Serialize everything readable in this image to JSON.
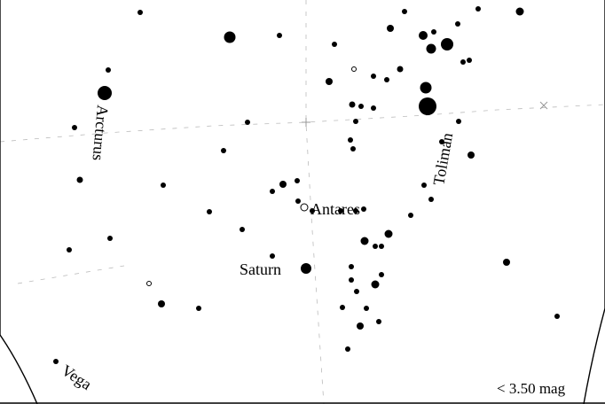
{
  "map": {
    "star_labels": {
      "arcturus": "Arcturus",
      "toliman": "Toliman",
      "antares": "Antares",
      "saturn": "Saturn",
      "vega": "Vega"
    },
    "magnitude_limit": "< 3.50 mag",
    "colors": {
      "background": "#ffffff",
      "stars": "#000000",
      "grid": "#bbbbbb",
      "border": "#000000"
    }
  }
}
